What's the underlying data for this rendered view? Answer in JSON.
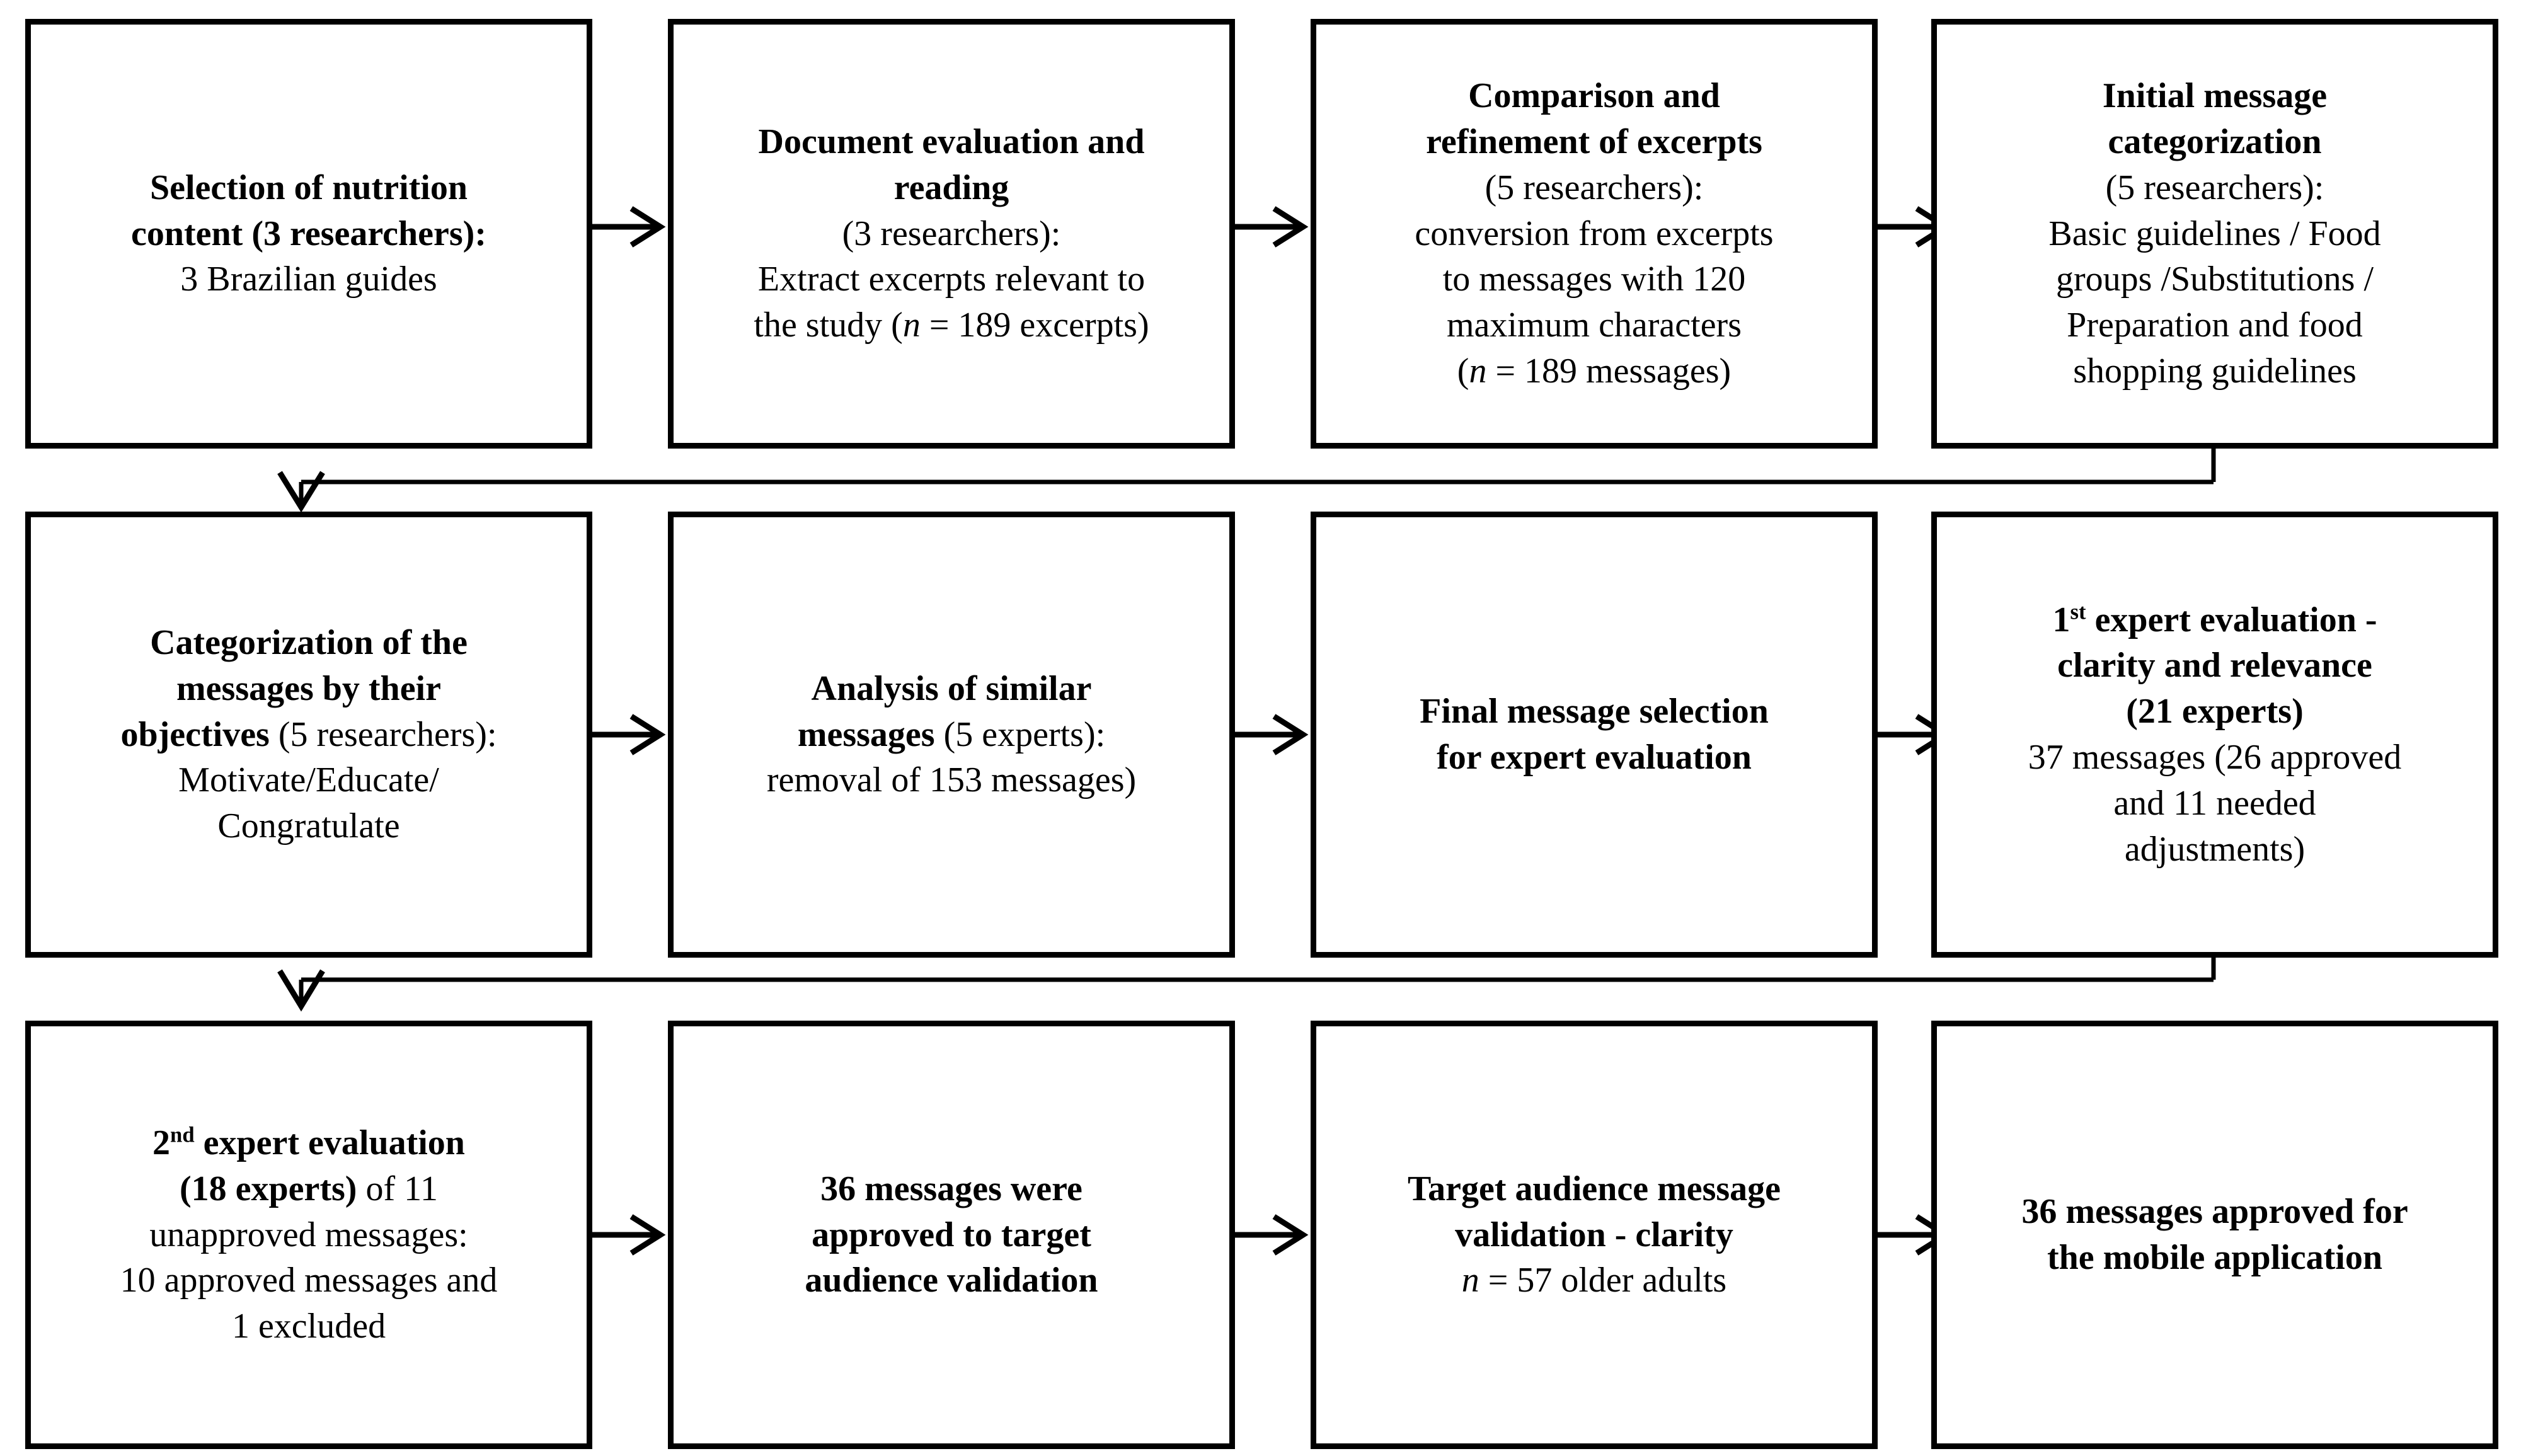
{
  "diagram": {
    "title": "Message development and validation flowchart",
    "line_color": "#000000",
    "background": "#ffffff",
    "box_border_color": "#000000",
    "boxes": [
      {
        "id": "selection-of-nutrition-content",
        "row": 1,
        "col": 1,
        "lines": [
          {
            "segments": [
              {
                "text": "Selection of nutrition ",
                "style": "bold"
              }
            ]
          },
          {
            "segments": [
              {
                "text": "content ",
                "style": "bold"
              },
              {
                "text": "(3 researchers):",
                "style": "bold"
              }
            ]
          },
          {
            "segments": [
              {
                "text": "3 Brazilian guides",
                "style": "normal"
              }
            ]
          }
        ]
      },
      {
        "id": "document-evaluation-and-reading",
        "row": 1,
        "col": 2,
        "lines": [
          {
            "segments": [
              {
                "text": "Document evaluation and",
                "style": "bold"
              }
            ]
          },
          {
            "segments": [
              {
                "text": "reading",
                "style": "bold"
              }
            ]
          },
          {
            "segments": [
              {
                "text": "(3 researchers):",
                "style": "normal"
              }
            ]
          },
          {
            "segments": [
              {
                "text": "Extract excerpts relevant to",
                "style": "normal"
              }
            ]
          },
          {
            "segments": [
              {
                "text": "the study (",
                "style": "normal"
              },
              {
                "text": "n",
                "style": "italic"
              },
              {
                "text": " = 189 excerpts)",
                "style": "normal"
              }
            ]
          }
        ]
      },
      {
        "id": "comparison-and-refinement-of-excerpts",
        "row": 1,
        "col": 3,
        "lines": [
          {
            "segments": [
              {
                "text": "Comparison and",
                "style": "bold"
              }
            ]
          },
          {
            "segments": [
              {
                "text": "refinement of excerpts",
                "style": "bold"
              }
            ]
          },
          {
            "segments": [
              {
                "text": "(5 researchers):",
                "style": "normal"
              }
            ]
          },
          {
            "segments": [
              {
                "text": "conversion from excerpts",
                "style": "normal"
              }
            ]
          },
          {
            "segments": [
              {
                "text": "to messages with 120",
                "style": "normal"
              }
            ]
          },
          {
            "segments": [
              {
                "text": "maximum characters",
                "style": "normal"
              }
            ]
          },
          {
            "segments": [
              {
                "text": "(",
                "style": "normal"
              },
              {
                "text": "n",
                "style": "italic"
              },
              {
                "text": " = 189 messages)",
                "style": "normal"
              }
            ]
          }
        ]
      },
      {
        "id": "initial-message-categorization",
        "row": 1,
        "col": 4,
        "lines": [
          {
            "segments": [
              {
                "text": "Initial message",
                "style": "bold"
              }
            ]
          },
          {
            "segments": [
              {
                "text": "categorization",
                "style": "bold"
              }
            ]
          },
          {
            "segments": [
              {
                "text": "(5 researchers):",
                "style": "normal"
              }
            ]
          },
          {
            "segments": [
              {
                "text": "Basic guidelines / Food",
                "style": "normal"
              }
            ]
          },
          {
            "segments": [
              {
                "text": "groups /Substitutions /",
                "style": "normal"
              }
            ]
          },
          {
            "segments": [
              {
                "text": "Preparation and food",
                "style": "normal"
              }
            ]
          },
          {
            "segments": [
              {
                "text": "shopping guidelines",
                "style": "normal"
              }
            ]
          }
        ]
      },
      {
        "id": "categorization-of-messages-by-objectives",
        "row": 2,
        "col": 1,
        "lines": [
          {
            "segments": [
              {
                "text": "Categorization of the",
                "style": "bold"
              }
            ]
          },
          {
            "segments": [
              {
                "text": "messages by their",
                "style": "bold"
              }
            ]
          },
          {
            "segments": [
              {
                "text": "objectives ",
                "style": "bold"
              },
              {
                "text": "(5 researchers):",
                "style": "normal"
              }
            ]
          },
          {
            "segments": [
              {
                "text": "Motivate/Educate/",
                "style": "normal"
              }
            ]
          },
          {
            "segments": [
              {
                "text": "Congratulate",
                "style": "normal"
              }
            ]
          }
        ]
      },
      {
        "id": "analysis-of-similar-messages",
        "row": 2,
        "col": 2,
        "lines": [
          {
            "segments": [
              {
                "text": "Analysis of similar",
                "style": "bold"
              }
            ]
          },
          {
            "segments": [
              {
                "text": "messages ",
                "style": "bold"
              },
              {
                "text": "(5 experts):",
                "style": "normal"
              }
            ]
          },
          {
            "segments": [
              {
                "text": "removal of 153 messages)",
                "style": "normal"
              }
            ]
          }
        ]
      },
      {
        "id": "final-message-selection-for-expert-evaluation",
        "row": 2,
        "col": 3,
        "lines": [
          {
            "segments": [
              {
                "text": "Final message selection",
                "style": "bold"
              }
            ]
          },
          {
            "segments": [
              {
                "text": "for expert evaluation",
                "style": "bold"
              }
            ]
          }
        ]
      },
      {
        "id": "first-expert-evaluation",
        "row": 2,
        "col": 4,
        "lines": [
          {
            "segments": [
              {
                "text": "1",
                "style": "bold"
              },
              {
                "text": "st",
                "style": "bold-sup"
              },
              {
                "text": " expert evaluation -",
                "style": "bold"
              }
            ]
          },
          {
            "segments": [
              {
                "text": "clarity and relevance",
                "style": "bold"
              }
            ]
          },
          {
            "segments": [
              {
                "text": "(21 experts)",
                "style": "bold"
              }
            ]
          },
          {
            "segments": [
              {
                "text": "37 messages (26 approved",
                "style": "normal"
              }
            ]
          },
          {
            "segments": [
              {
                "text": "and 11 needed",
                "style": "normal"
              }
            ]
          },
          {
            "segments": [
              {
                "text": "adjustments)",
                "style": "normal"
              }
            ]
          }
        ]
      },
      {
        "id": "second-expert-evaluation",
        "row": 3,
        "col": 1,
        "lines": [
          {
            "segments": [
              {
                "text": "2",
                "style": "bold"
              },
              {
                "text": "nd",
                "style": "bold-sup"
              },
              {
                "text": " expert evaluation",
                "style": "bold"
              }
            ]
          },
          {
            "segments": [
              {
                "text": "(18 experts) ",
                "style": "bold"
              },
              {
                "text": "of 11",
                "style": "normal"
              }
            ]
          },
          {
            "segments": [
              {
                "text": "unapproved messages:",
                "style": "normal"
              }
            ]
          },
          {
            "segments": [
              {
                "text": "10 approved messages and",
                "style": "normal"
              }
            ]
          },
          {
            "segments": [
              {
                "text": "1 excluded",
                "style": "normal"
              }
            ]
          }
        ]
      },
      {
        "id": "36-messages-approved-to-target-audience-validation",
        "row": 3,
        "col": 2,
        "lines": [
          {
            "segments": [
              {
                "text": "36 messages were",
                "style": "bold"
              }
            ]
          },
          {
            "segments": [
              {
                "text": "approved to target",
                "style": "bold"
              }
            ]
          },
          {
            "segments": [
              {
                "text": "audience validation",
                "style": "bold"
              }
            ]
          }
        ]
      },
      {
        "id": "target-audience-message-validation",
        "row": 3,
        "col": 3,
        "lines": [
          {
            "segments": [
              {
                "text": "Target audience message",
                "style": "bold"
              }
            ]
          },
          {
            "segments": [
              {
                "text": "validation - clarity",
                "style": "bold"
              }
            ]
          },
          {
            "segments": [
              {
                "text": "n",
                "style": "italic"
              },
              {
                "text": " = 57 older adults",
                "style": "normal"
              }
            ]
          }
        ]
      },
      {
        "id": "36-messages-approved-for-mobile-application",
        "row": 3,
        "col": 4,
        "lines": [
          {
            "segments": [
              {
                "text": "36 messages approved for",
                "style": "bold"
              }
            ]
          },
          {
            "segments": [
              {
                "text": "the mobile application",
                "style": "bold"
              }
            ]
          }
        ]
      }
    ],
    "arrows": [
      {
        "id": "arrow-r1-c1-c2",
        "kind": "horizontal-right"
      },
      {
        "id": "arrow-r1-c2-c3",
        "kind": "horizontal-right"
      },
      {
        "id": "arrow-r1-c3-c4",
        "kind": "horizontal-right"
      },
      {
        "id": "arrow-r2-c1-c2",
        "kind": "horizontal-right"
      },
      {
        "id": "arrow-r2-c2-c3",
        "kind": "horizontal-right"
      },
      {
        "id": "arrow-r2-c3-c4",
        "kind": "horizontal-right"
      },
      {
        "id": "arrow-r3-c1-c2",
        "kind": "horizontal-right"
      },
      {
        "id": "arrow-r3-c2-c3",
        "kind": "horizontal-right"
      },
      {
        "id": "arrow-r3-c3-c4",
        "kind": "horizontal-right"
      },
      {
        "id": "connector-row1-to-row2",
        "kind": "wrap-down-left"
      },
      {
        "id": "connector-row2-to-row3",
        "kind": "wrap-down-left"
      }
    ]
  }
}
